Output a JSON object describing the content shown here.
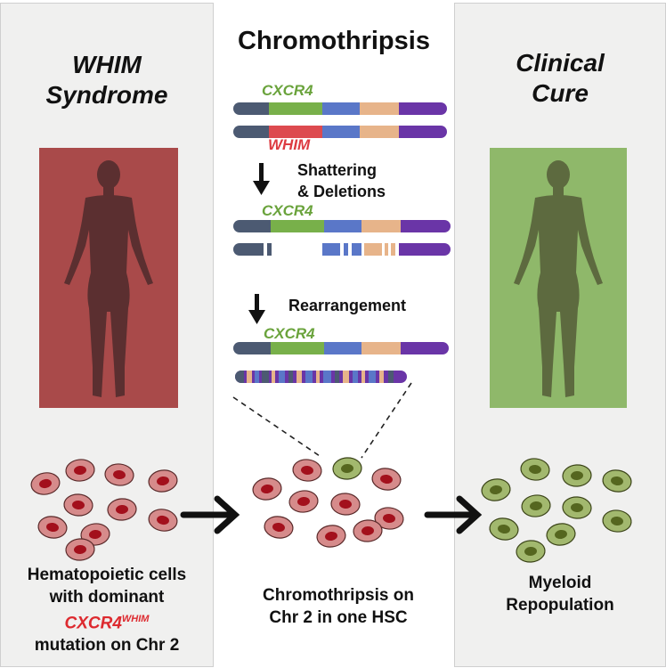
{
  "left": {
    "title_line1": "WHIM",
    "title_line2": "Syndrome",
    "caption_line1": "Hematopoietic cells",
    "caption_line2": "with dominant",
    "caption_gene": "CXCR4",
    "caption_sup": "WHIM",
    "caption_line4": "mutation on Chr 2"
  },
  "center": {
    "title": "Chromothripsis",
    "gene_cxcr4": "CXCR4",
    "gene_whim": "WHIM",
    "step1_line1": "Shattering",
    "step1_line2": "& Deletions",
    "step2": "Rearrangement",
    "caption_line1": "Chromothripsis on",
    "caption_line2": "Chr 2 in one HSC"
  },
  "right": {
    "title_line1": "Clinical",
    "title_line2": "Cure",
    "caption_line1": "Myeloid",
    "caption_line2": "Repopulation"
  },
  "colors": {
    "red_cell": "#d68b8b",
    "red_nucleus": "#a3101c",
    "green_cell": "#a2b86e",
    "green_nucleus": "#55661f",
    "seg_dark": "#4c5a72",
    "seg_green": "#78b04a",
    "seg_red": "#dd4a4f",
    "seg_blue": "#5a77c8",
    "seg_tan": "#e7b48a",
    "seg_purple": "#6a35a7"
  }
}
